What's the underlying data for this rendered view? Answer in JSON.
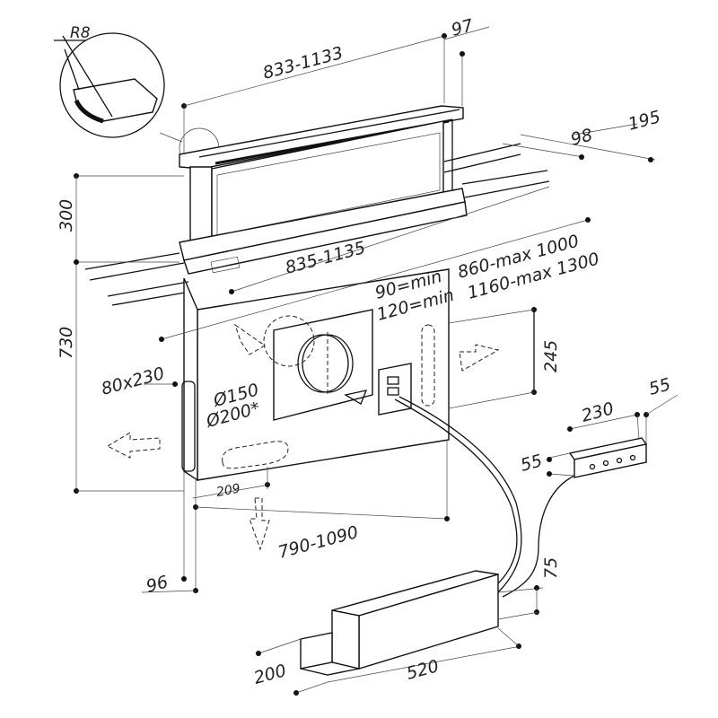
{
  "labels": {
    "radius": "R8",
    "top_width": "833-1133",
    "top_depth": "97",
    "rail_depth_a": "98",
    "rail_depth_b": "195",
    "lift_height": "300",
    "base_width": "835-1135",
    "cutout_line1_a": "90=min",
    "cutout_line1_b": "860-max 1000",
    "cutout_line2_a": "120=min",
    "cutout_line2_b": "1160-max 1300",
    "total_height": "730",
    "side_outlet": "80x230",
    "outlet_height": "245",
    "diameter_150": "Ø150",
    "diameter_200": "Ø200*",
    "control_width": "230",
    "control_depth": "55",
    "control_height": "55",
    "bottom_offset": "209",
    "body_width": "790-1090",
    "body_depth": "96",
    "motor_height": "75",
    "motor_depth": "200",
    "motor_width": "520"
  }
}
